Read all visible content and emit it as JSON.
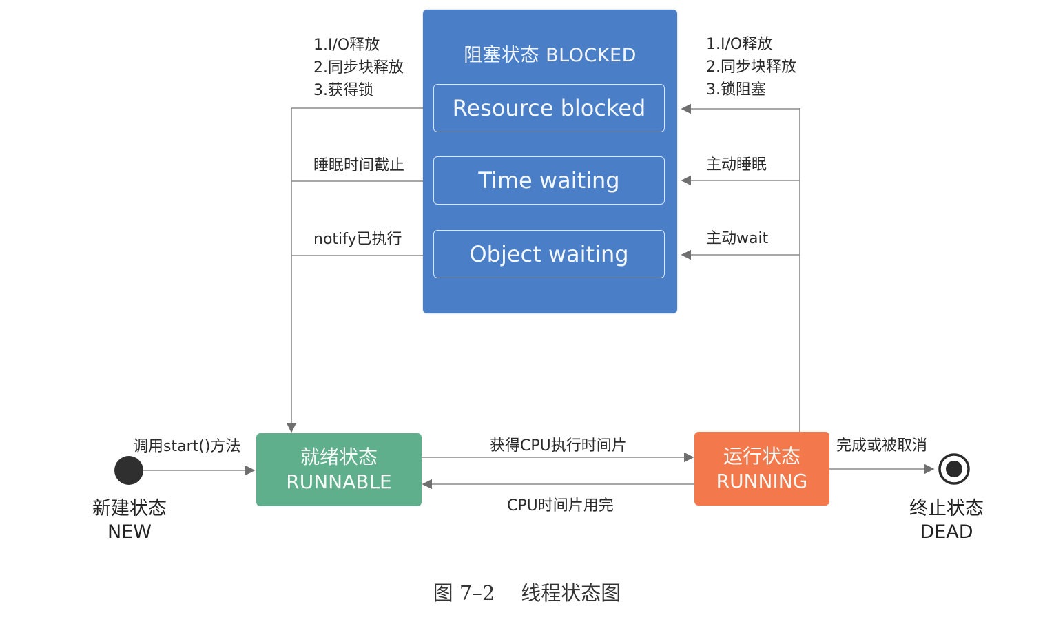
{
  "blocked": {
    "title": "阻塞状态 BLOCKED",
    "substates": [
      "Resource blocked",
      "Time waiting",
      "Object waiting"
    ]
  },
  "left_labels": {
    "top": [
      "1.I/O释放",
      "2.同步块释放",
      "3.获得锁"
    ],
    "middle": "睡眠时间截止",
    "bottom": "notify已执行"
  },
  "right_labels": {
    "top": [
      "1.I/O释放",
      "2.同步块释放",
      "3.锁阻塞"
    ],
    "middle": "主动睡眠",
    "bottom": "主动wait"
  },
  "runnable": {
    "line1": "就绪状态",
    "line2": "RUNNABLE"
  },
  "running": {
    "line1": "运行状态",
    "line2": "RUNNING"
  },
  "new_state": {
    "line1": "新建状态",
    "line2": "NEW"
  },
  "dead_state": {
    "line1": "终止状态",
    "line2": "DEAD"
  },
  "transitions": {
    "start": "调用start()方法",
    "get_cpu": "获得CPU执行时间片",
    "cpu_done": "CPU时间片用完",
    "finish": "完成或被取消"
  },
  "caption": {
    "figure": "图 7–2",
    "title": "线程状态图"
  },
  "colors": {
    "blocked": "#4a7fc8",
    "runnable": "#5fae8c",
    "running": "#f3794c",
    "line": "#7a7a7a"
  }
}
